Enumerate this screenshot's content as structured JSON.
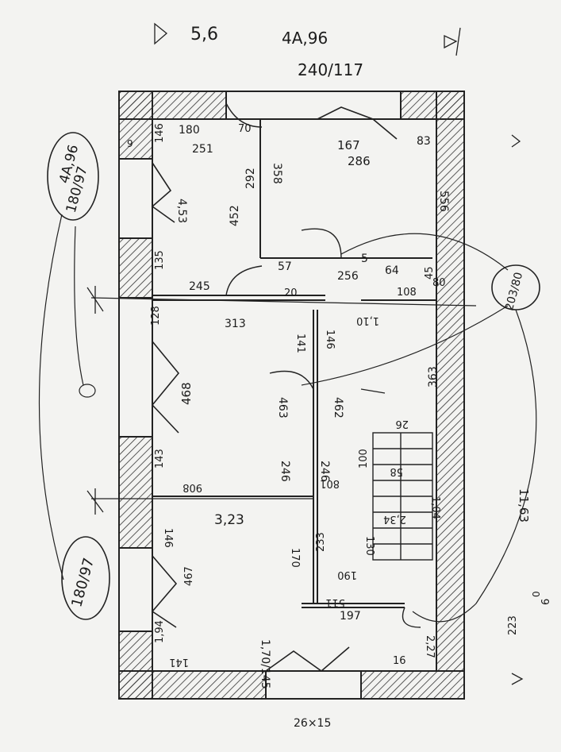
{
  "sheet": {
    "top_notes": {
      "left_number": "5,6",
      "center_top": "4A,96",
      "center_bottom": "240/117"
    },
    "bottom_note": "26×15",
    "bubbles": {
      "upper_left_line1": "4A,96",
      "upper_left_line2": "180/97",
      "lower_left": "180/97",
      "right": "203/80"
    },
    "labels": [
      "146",
      "180",
      "251",
      "70",
      "167",
      "286",
      "83",
      "358",
      "452",
      "292",
      "4,53",
      "556",
      "57",
      "5",
      "256",
      "64",
      "45",
      "135",
      "245",
      "313",
      "20",
      "108",
      "80",
      "1,10",
      "128",
      "141",
      "146",
      "468",
      "463",
      "462",
      "363",
      "26",
      "143",
      "246",
      "246",
      "100",
      "58",
      "908",
      "801",
      "1,04",
      "11,63",
      "3,23",
      "146",
      "170",
      "233",
      "130",
      "2,34",
      "467",
      "190",
      "511",
      "197",
      "2,27",
      "141",
      "1,94",
      "223",
      "0",
      "6",
      "1,70/145",
      "16",
      "9"
    ]
  }
}
